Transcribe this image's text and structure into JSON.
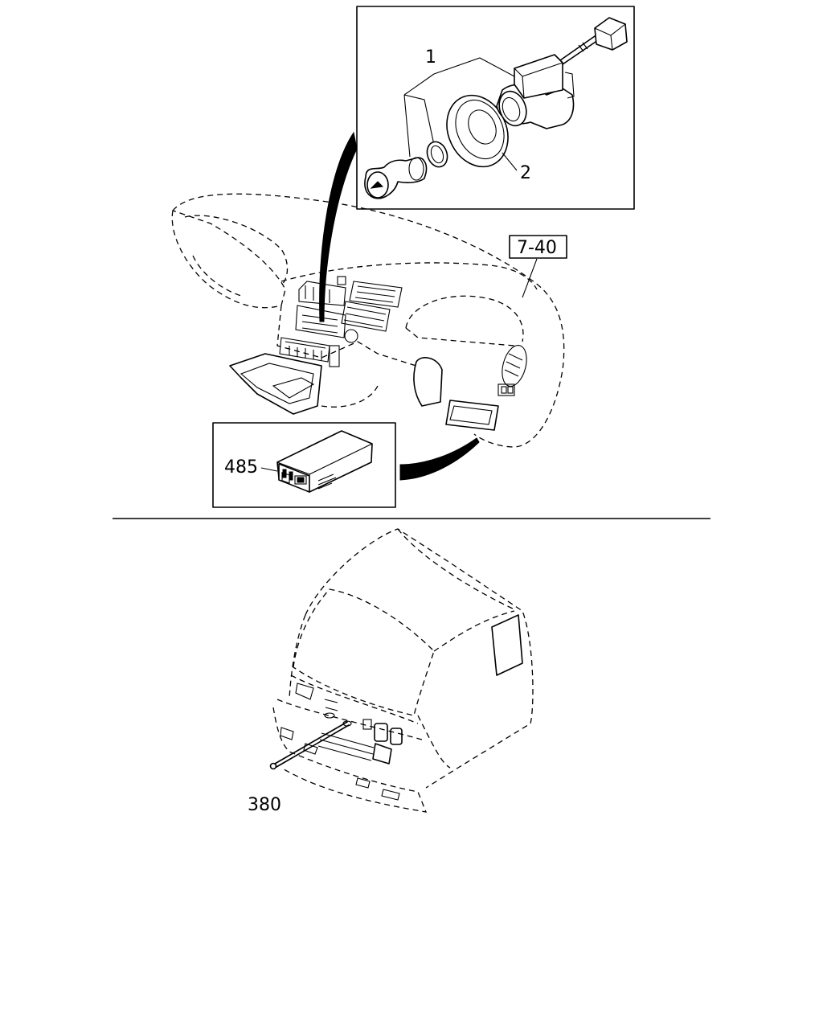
{
  "callouts": {
    "part_1": "1",
    "part_2": "2",
    "ref_7_40": "7-40",
    "part_485": "485",
    "part_380": "380"
  }
}
